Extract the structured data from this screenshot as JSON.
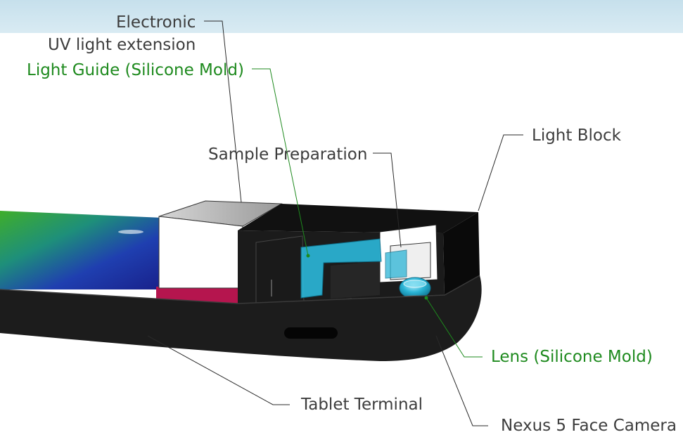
{
  "labels": {
    "electronic_line1": "Electronic",
    "electronic_line2": "UV light extension",
    "light_guide": "Light Guide (Silicone Mold)",
    "sample_preparation": "Sample Preparation",
    "light_block": "Light Block",
    "lens": "Lens (Silicone Mold)",
    "tablet_terminal": "Tablet Terminal",
    "nexus_camera": "Nexus 5 Face Camera"
  },
  "colors": {
    "label_text": "#3d3d3d",
    "highlight_text": "#1e8a1e",
    "light_guide": "#2bb5d6",
    "housing": "#161616"
  }
}
